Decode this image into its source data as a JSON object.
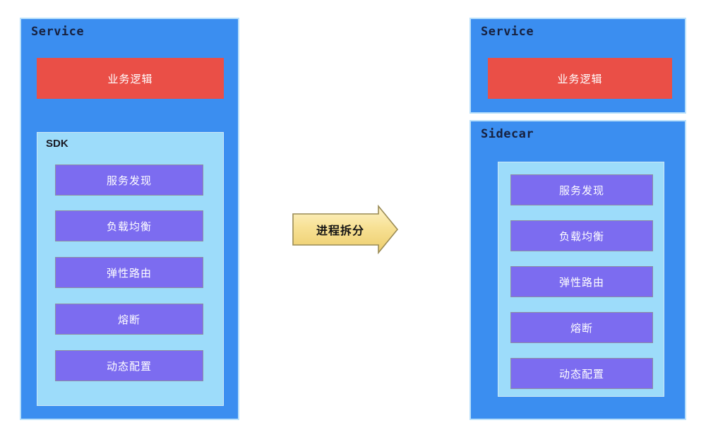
{
  "diagram": {
    "title_left": "Service",
    "title_right_service": "Service",
    "title_right_sidecar": "Sidecar",
    "sdk_label": "SDK",
    "business_logic_label": "业务逻辑",
    "arrow_label": "进程拆分",
    "capabilities": [
      "服务发现",
      "负载均衡",
      "弹性路由",
      "熔断",
      "动态配置"
    ],
    "colors": {
      "container_blue": "#3b8ef0",
      "container_border": "#b9e0fb",
      "inner_light_blue": "#9ddcfa",
      "inner_border": "#cfe9f7",
      "business_red": "#ea4f47",
      "capability_purple": "#7c6cf0",
      "capability_border": "#8d8da2",
      "arrow_fill": "#f5de8a",
      "arrow_border": "#9a8b55",
      "title_text": "#17213f",
      "block_text": "#ffffff",
      "background": "#ffffff"
    }
  }
}
